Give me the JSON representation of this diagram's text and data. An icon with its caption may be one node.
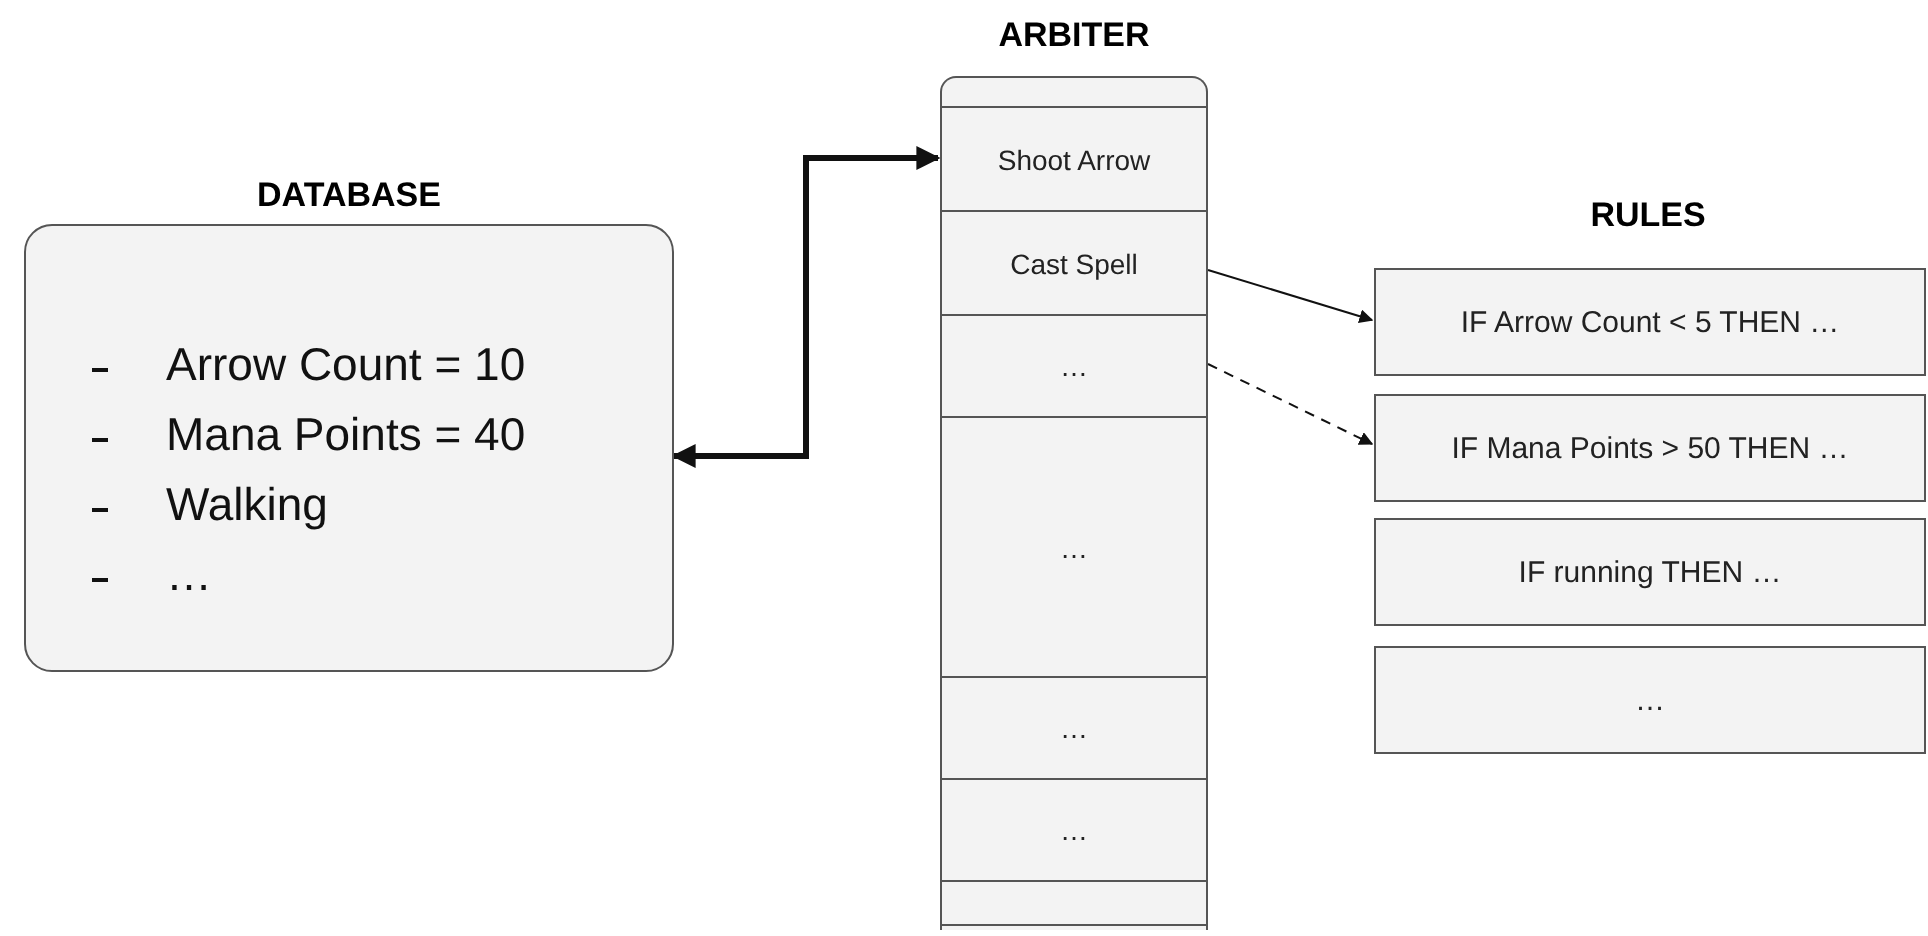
{
  "diagram": {
    "nodes": [
      {
        "text": [
          "DATABASE",
          "Arrow Count = 10",
          "Mana Points = 40",
          "Walking",
          "…"
        ]
      },
      {
        "text": [
          "ARBITER"
        ]
      },
      {
        "text": [],
        "shape": "box",
        "in": 1
      },
      {
        "text": [
          "Shoot Arrow"
        ],
        "in": 1
      },
      {
        "text": [
          "Cast Spell"
        ],
        "in": 1
      },
      {
        "text": [
          "…"
        ],
        "in": 1
      },
      {
        "text": [
          "…"
        ],
        "in": 1
      },
      {
        "text": [
          "…"
        ],
        "in": 1
      },
      {
        "text": [
          "…"
        ],
        "in": 1
      },
      {
        "text": [],
        "shape": "box",
        "in": 1
      },
      {
        "text": [
          "IF Arrow Count < 5 THEN …"
        ]
      },
      {
        "text": [
          "IF Mana Points > 50 THEN …"
        ]
      },
      {
        "text": [
          "IF running THEN …"
        ]
      },
      {
        "text": [
          "…"
        ]
      }
    ],
    "edges": [
      {
        "from": 0,
        "to": 3,
        "arrow": "both",
        "style": "thick"
      },
      {
        "from": 4,
        "to": 10,
        "arrow": "to"
      },
      {
        "from": 5,
        "to": 11,
        "arrow": "to",
        "style": "dashed"
      }
    ],
    "labels": [
      "RULES"
    ]
  }
}
